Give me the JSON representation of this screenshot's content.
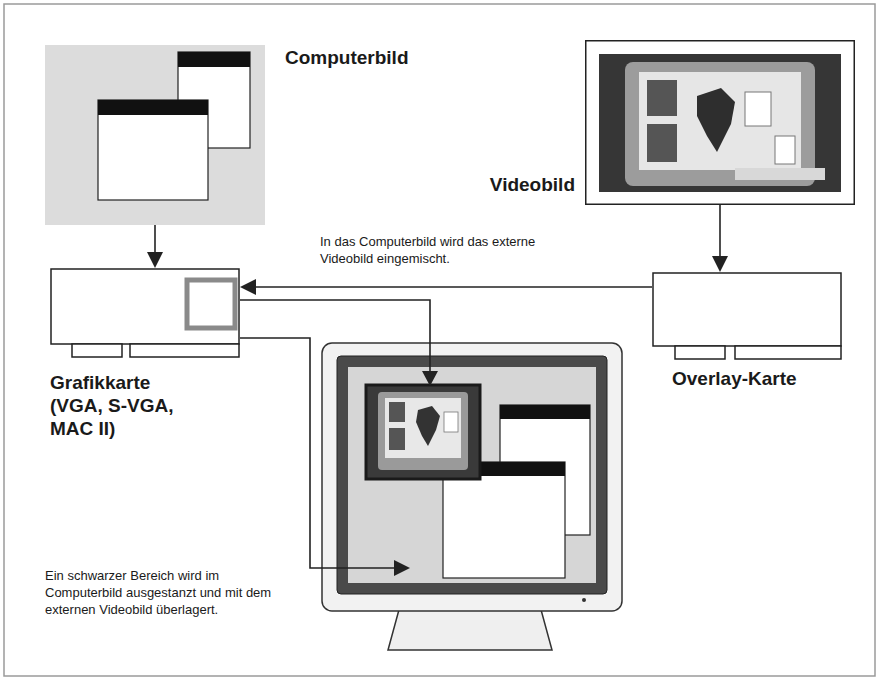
{
  "diagram": {
    "nodes": [
      {
        "text": [
          "Computerbild"
        ]
      },
      {
        "text": [
          "Videobild"
        ]
      },
      {
        "text": [
          "Grafikkarte (VGA, S-VGA, MAC II)"
        ]
      },
      {
        "text": [
          "Overlay-Karte"
        ]
      }
    ],
    "edges": [
      {
        "from": 0,
        "to": 2,
        "arrow": "to"
      },
      {
        "from": 1,
        "to": 3,
        "arrow": "to"
      },
      {
        "from": 3,
        "to": 2,
        "label": "In das Computerbild wird das externe Videobild eingemischt.",
        "arrow": "to"
      }
    ],
    "labels": [
      "Ein schwarzer Bereich wird im Computerbild ausgestanzt und mit dem externen Videobild überlagert."
    ]
  }
}
